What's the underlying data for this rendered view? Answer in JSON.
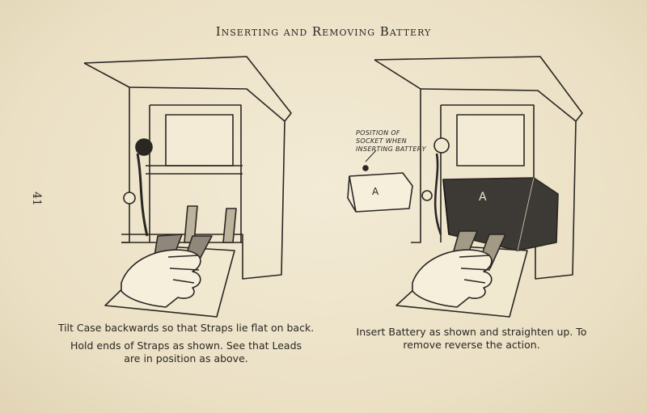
{
  "header": {
    "title": "Inserting and Removing Battery",
    "page_number": "41"
  },
  "left_figure": {
    "caption_line1": "Tilt Case backwards so that Straps lie flat on back.",
    "caption_line2": "Hold ends of Straps as shown.  See that Leads are in position as above."
  },
  "right_figure": {
    "callout": "POSITION OF SOCKET WHEN INSERTING BATTERY",
    "battery_label": "A",
    "battery_label_small": "A",
    "caption": "Insert Battery as shown and straighten up.  To remove reverse the action."
  }
}
